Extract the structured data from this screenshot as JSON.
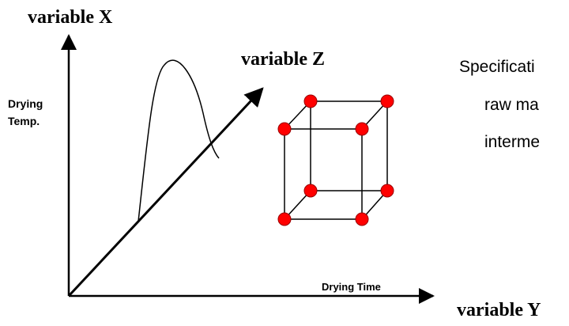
{
  "axes": {
    "x_title": "variable X",
    "x_label_line1": "Drying",
    "x_label_line2": "Temp.",
    "y_title": "variable Y",
    "y_label": "Drying Time",
    "z_title": "variable Z"
  },
  "text_block": {
    "line1": "Specificati",
    "line2": "raw ma",
    "line3": "interme"
  },
  "colors": {
    "line": "#000000",
    "node_fill": "#ff0000",
    "node_stroke": "#990000",
    "background": "#ffffff"
  }
}
